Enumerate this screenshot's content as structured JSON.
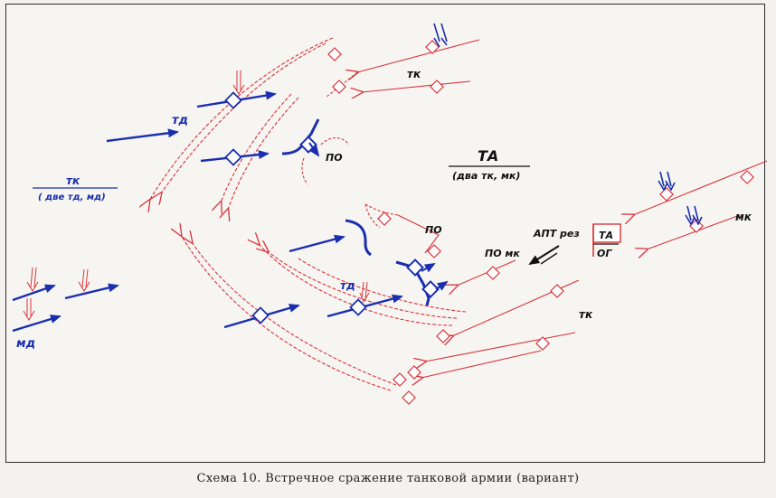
{
  "caption": "Схема 10. Встречное сражение танковой армии (вариант)",
  "colors": {
    "friendly": "#1a2fb0",
    "enemy": "#d9323a",
    "text": "#111111",
    "border": "#2b2b2b"
  },
  "labels": {
    "tk_top": "тк",
    "td": "тд",
    "tk_left_num": "тк",
    "tk_left_den": "( две тд, мд)",
    "po_upper": "ПО",
    "ta_num": "ТА",
    "ta_den": "(два тк, мк)",
    "po_middle": "ПО",
    "apt_rez": "АПТ рез",
    "po_mk": "ПО мк",
    "command_ta": "ТА",
    "command_og": "ОГ",
    "mk": "мк",
    "td_lower": "тд",
    "tk_lower": "тк",
    "md": "мд"
  }
}
